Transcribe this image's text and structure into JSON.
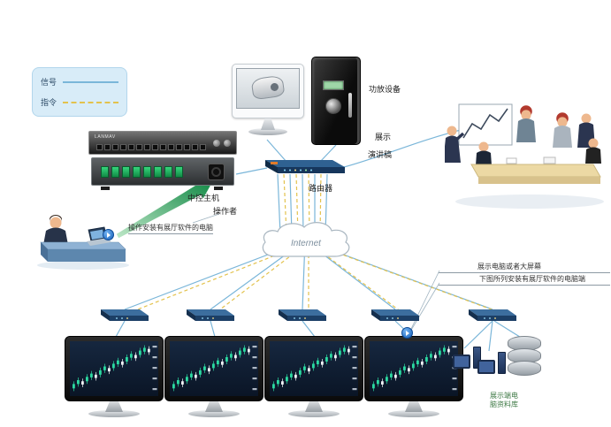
{
  "colors": {
    "signal_line": "#7ab6d9",
    "command_line": "#e3c24d",
    "device_navy": "#1c3f66",
    "arrow_green": "#148a47",
    "candle_up": "#2bd9a1",
    "candle_down": "#f2f4f6"
  },
  "legend": {
    "signal": "信号",
    "command": "指令"
  },
  "devices": {
    "amplifier_label": "功放设备",
    "router_label": "路由器",
    "central_host_label": "中控主机",
    "internet_label": "Internet",
    "rack_brand": "LANMAV"
  },
  "annotations": {
    "presentation_line1": "展示",
    "presentation_line2": "演讲稿",
    "operator": "操作者",
    "operator_note": "操作安装有展厅软件的电脑",
    "display_note_line1": "展示电脑或者大屏幕",
    "display_note_line2": "下图所列安装有展厅软件的电脑端",
    "db_label_line1": "展示端电",
    "db_label_line2": "脑资料库"
  },
  "monitor_chart": {
    "type": "candlestick",
    "candles": [
      [
        78,
        8,
        1
      ],
      [
        71,
        7,
        1
      ],
      [
        73,
        6,
        0
      ],
      [
        65,
        8,
        1
      ],
      [
        59,
        7,
        1
      ],
      [
        61,
        6,
        0
      ],
      [
        53,
        8,
        1
      ],
      [
        46,
        7,
        1
      ],
      [
        49,
        6,
        0
      ],
      [
        41,
        8,
        1
      ],
      [
        35,
        7,
        1
      ],
      [
        37,
        6,
        0
      ],
      [
        29,
        8,
        1
      ],
      [
        23,
        7,
        1
      ],
      [
        25,
        6,
        0
      ],
      [
        17,
        8,
        1
      ],
      [
        12,
        7,
        1
      ],
      [
        14,
        6,
        0
      ]
    ]
  }
}
